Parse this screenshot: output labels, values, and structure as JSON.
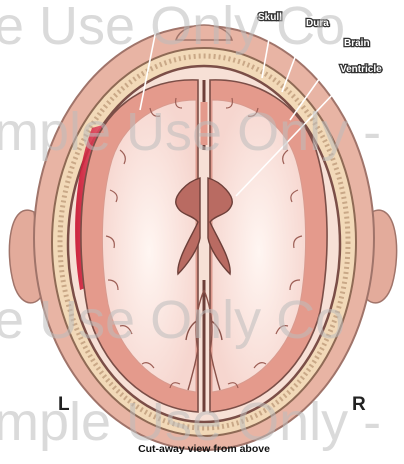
{
  "labels": {
    "skull": "Skull",
    "dura": "Dura",
    "brain": "Brain",
    "ventricle": "Ventricle"
  },
  "sides": {
    "left": "L",
    "right": "R"
  },
  "caption": "Cut-away view from above",
  "watermark": {
    "line1": "e Use Only  Co",
    "line2": "mple Use Only -",
    "line3": "e Use Only  Co",
    "line4": "mple Use Only -"
  },
  "colors": {
    "scalp": "#e8b4a4",
    "skull_bone": "#f2d9b8",
    "dura": "#9b6b63",
    "cortex": "#e49a8c",
    "white_matter": "#fbe6e0",
    "ventricle": "#b96b62",
    "hematoma": "#d8324f"
  }
}
